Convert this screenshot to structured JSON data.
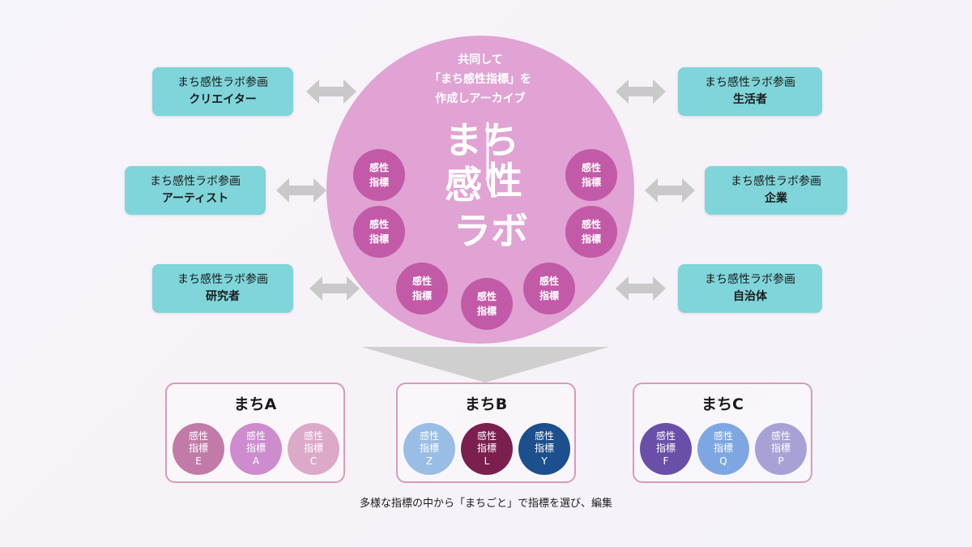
{
  "left_participants": [
    {
      "top": "まち感性ラボ参画",
      "name": "クリエイター"
    },
    {
      "top": "まち感性ラボ参画",
      "name": "アーティスト"
    },
    {
      "top": "まち感性ラボ参画",
      "name": "研究者"
    }
  ],
  "right_participants": [
    {
      "top": "まち感性ラボ参画",
      "name": "生活者"
    },
    {
      "top": "まち感性ラボ参画",
      "name": "企業"
    },
    {
      "top": "まち感性ラボ参画",
      "name": "自治体"
    }
  ],
  "center": {
    "intro": [
      "共同して",
      "「まち感性指標」を",
      "作成しアーカイブ"
    ],
    "logo": {
      "line1": "まち",
      "line2a": "感",
      "line2b": "性",
      "line3": "ラボ"
    },
    "index_line1": "感性",
    "index_line2": "指標"
  },
  "towns": [
    {
      "title": "まちA",
      "items": [
        {
          "l1": "感性",
          "l2": "指標",
          "code": "E",
          "color": "#c27ba9"
        },
        {
          "l1": "感性",
          "l2": "指標",
          "code": "A",
          "color": "#cc8ccd"
        },
        {
          "l1": "感性",
          "l2": "指標",
          "code": "C",
          "color": "#dca9c9"
        }
      ]
    },
    {
      "title": "まちB",
      "items": [
        {
          "l1": "感性",
          "l2": "指標",
          "code": "Z",
          "color": "#99bde4"
        },
        {
          "l1": "感性",
          "l2": "指標",
          "code": "L",
          "color": "#7b1f4f"
        },
        {
          "l1": "感性",
          "l2": "指標",
          "code": "Y",
          "color": "#1c4f8e"
        }
      ]
    },
    {
      "title": "まちC",
      "items": [
        {
          "l1": "感性",
          "l2": "指標",
          "code": "F",
          "color": "#6a4fa8"
        },
        {
          "l1": "感性",
          "l2": "指標",
          "code": "Q",
          "color": "#7ea6e2"
        },
        {
          "l1": "感性",
          "l2": "指標",
          "code": "P",
          "color": "#a8a1d6"
        }
      ]
    }
  ],
  "caption": "多様な指標の中から「まちごと」で指標を選び、編集",
  "colors": {
    "participant_box": "#7fd5d9",
    "main_circle": "#e0a3d3",
    "index_circle": "#c35aa8",
    "arrow": "#c9c9c9",
    "town_border": "#d89cb6"
  }
}
